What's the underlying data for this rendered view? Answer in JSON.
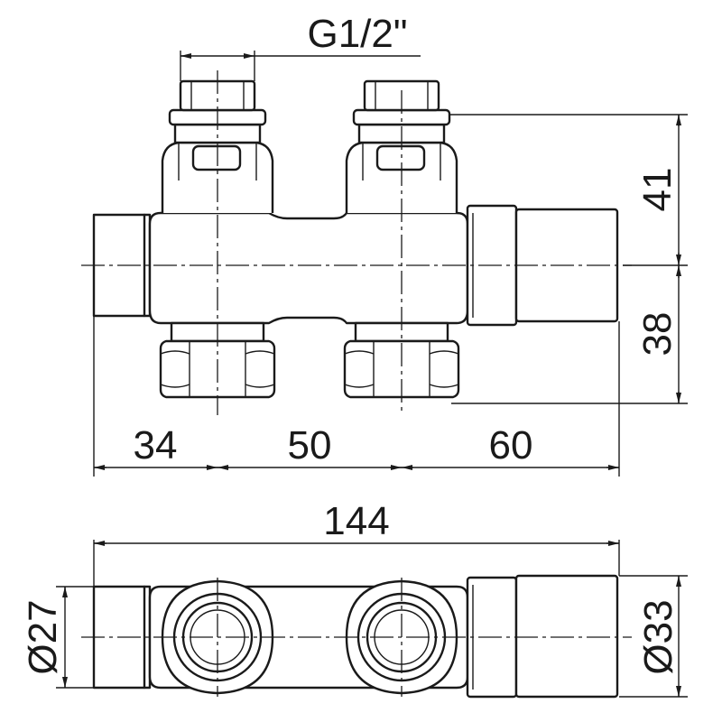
{
  "colors": {
    "line": "#1a1a1a",
    "background": "#ffffff"
  },
  "dimensions": {
    "thread": "G1/2\"",
    "upper_height": "41",
    "lower_height": "38",
    "left_offset": "34",
    "center_spacing": "50",
    "right_offset": "60",
    "total_length": "144",
    "left_diameter": "Ø27",
    "right_diameter": "Ø33"
  }
}
